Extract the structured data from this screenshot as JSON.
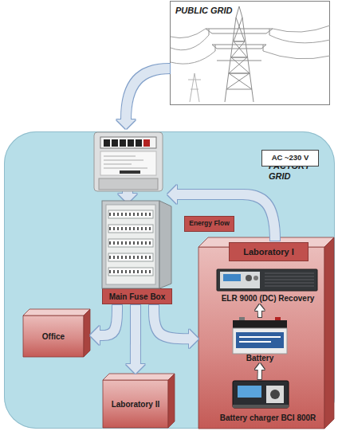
{
  "diagram": {
    "nodes": [
      {
        "text": [
          "PUBLIC GRID"
        ]
      },
      {
        "text": [
          "FACTORY GRID"
        ]
      },
      {
        "text": [
          "AC ~230 V"
        ],
        "in": 1
      },
      {
        "text": [
          "Energy Flow"
        ],
        "in": 1
      },
      {
        "text": [
          "Main Fuse Box"
        ],
        "in": 1
      },
      {
        "text": [
          "Laboratory I"
        ],
        "in": 1
      },
      {
        "text": [
          "ELR 9000 (DC) Recovery"
        ],
        "in": 5
      },
      {
        "text": [
          "Battery"
        ],
        "in": 5
      },
      {
        "text": [
          "Battery charger BCI 800R"
        ],
        "in": 5
      },
      {
        "text": [
          "Office"
        ],
        "in": 1
      },
      {
        "text": [
          "Laboratory II"
        ],
        "in": 1
      }
    ],
    "edges": [
      {
        "from": 4,
        "to": 9,
        "arrow": "to"
      },
      {
        "from": 4,
        "to": 10,
        "arrow": "to"
      },
      {
        "from": 4,
        "to": 5,
        "arrow": "to"
      },
      {
        "from": 8,
        "to": 7,
        "arrow": "to"
      },
      {
        "from": 7,
        "to": 6,
        "arrow": "to"
      }
    ]
  }
}
